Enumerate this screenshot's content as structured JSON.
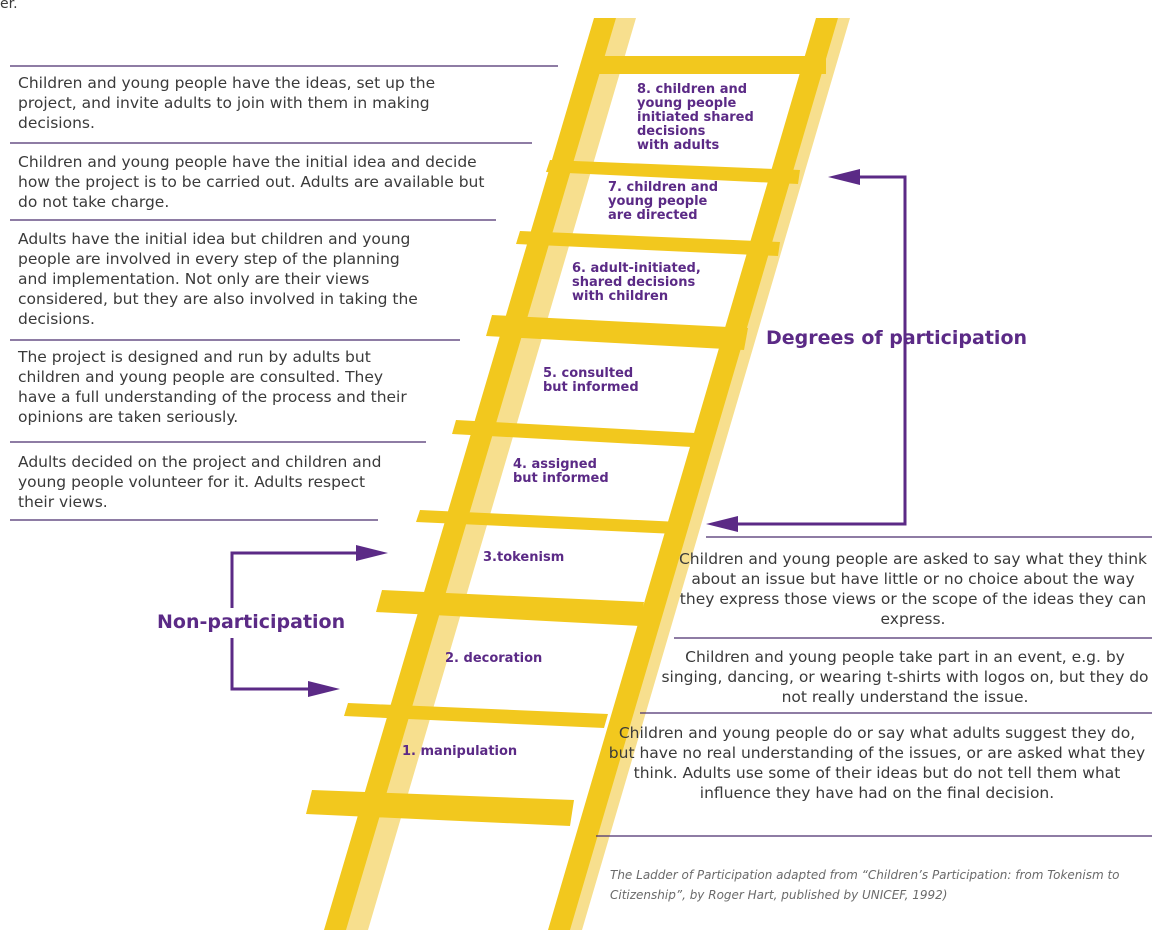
{
  "top_fragment": "er.",
  "rungs": [
    {
      "label": "1. manipulation"
    },
    {
      "label": "2. decoration"
    },
    {
      "label": "3.tokenism"
    },
    {
      "label": "4. assigned\nbut informed"
    },
    {
      "label": "5. consulted\nbut informed"
    },
    {
      "label": "6. adult-initiated,\nshared decisions\nwith children"
    },
    {
      "label": "7. children and\nyoung people\nare directed"
    },
    {
      "label": "8. children and\nyoung people\ninitiated shared\ndecisions\nwith adults"
    }
  ],
  "left_descriptions": [
    "Children and young people have the ideas, set up the project, and invite adults to join with them in making decisions.",
    "Children and young people have the initial idea and decide how the project is to be carried out. Adults are available but do not take charge.",
    "Adults have the initial idea but children and young people are involved in every step of the planning and implementation. Not only are their views considered, but they are also involved in taking the decisions.",
    "The project is designed and run by adults but children and young people are consulted. They have a full understanding of the process and their opinions are taken seriously.",
    "Adults decided on the project and children and young people volunteer for it. Adults respect their views."
  ],
  "right_descriptions": [
    "Children and young people are asked to say what they think about an issue but have little or no choice about the way they express those views or the scope of the ideas they can express.",
    "Children and young people take part in an event, e.g. by singing, dancing, or wearing t-shirts with logos on, but they do not really understand the issue.",
    "Children and young people do or say what adults suggest they do, but have no real understanding of the issues, or are asked what they think. Adults use some of their ideas but do not tell them what influence they have had on the final decision."
  ],
  "groups": {
    "participation": "Degrees of participation",
    "non_participation": "Non-participation"
  },
  "source_note": "The Ladder of Participation adapted from “Children’s Participation: from Tokenism to Citizenship”, by Roger Hart, published by UNICEF, 1992)",
  "colors": {
    "ladder_yellow": "#f2c81e",
    "ladder_shadow": "#f7df8e",
    "accent_purple": "#5b2a86",
    "rule": "#4a2f6e",
    "text": "#3a3a3a"
  }
}
